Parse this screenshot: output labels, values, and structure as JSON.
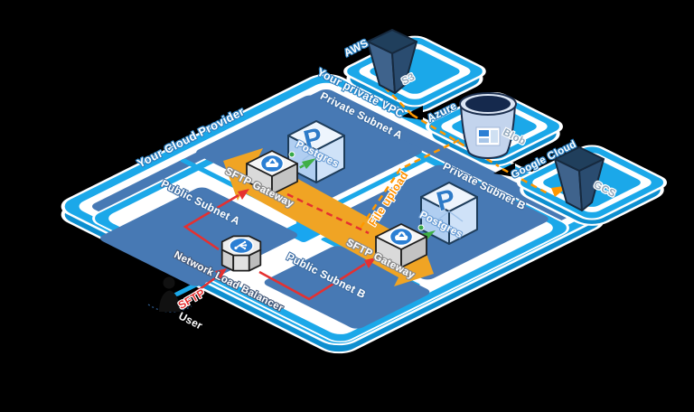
{
  "provider": {
    "label": "Your Cloud Provider"
  },
  "vpc": {
    "label": "Your private VPC"
  },
  "subnets": {
    "private_a": {
      "label": "Private Subnet A"
    },
    "private_b": {
      "label": "Private Subnet B"
    },
    "public_a": {
      "label": "Public Subnet A"
    },
    "public_b": {
      "label": "Public Subnet B"
    }
  },
  "nodes": {
    "nlb": {
      "label": "Network Load Balancer"
    },
    "sftp_gateway_a": {
      "label": "SFTP Gateway"
    },
    "sftp_gateway_b": {
      "label": "SFTP Gateway"
    },
    "postgres_a": {
      "label": "Postgres",
      "logo_letter": "P"
    },
    "postgres_b": {
      "label": "Postgres",
      "logo_letter": "P"
    }
  },
  "external": {
    "aws": {
      "label": "AWS",
      "service": "S3"
    },
    "azure": {
      "label": "Azure",
      "service": "Blob"
    },
    "google_cloud": {
      "label": "Google Cloud",
      "service": "GCS"
    }
  },
  "flows": {
    "file_upload": {
      "label": "File upload"
    },
    "user_protocol": {
      "label": "SFTP"
    }
  },
  "user": {
    "label": "User"
  },
  "colors": {
    "platform_border": "#1ba8e9",
    "subnet_fill": "#4779b4",
    "arrow_yellow": "#f0a424",
    "dash_orange": "#ff9800",
    "line_red": "#e53030",
    "arrow_green": "#3faf46",
    "background": "#000000"
  }
}
